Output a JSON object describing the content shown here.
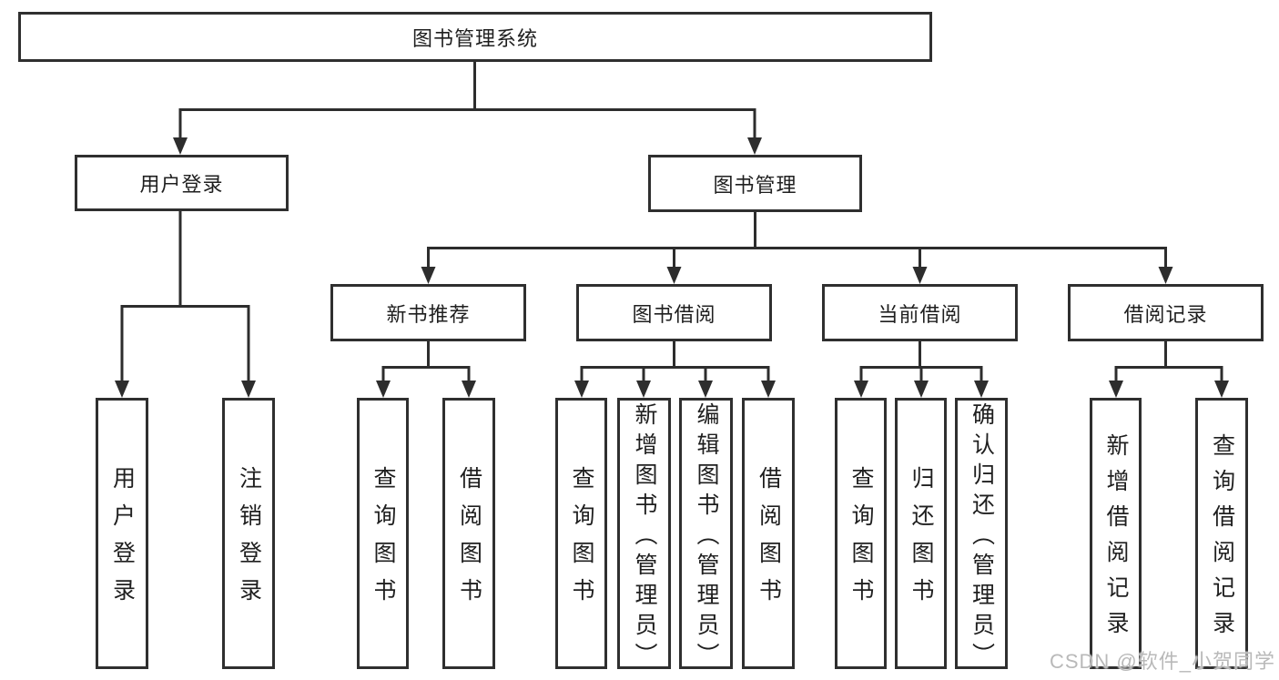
{
  "root": {
    "label": "图书管理系统"
  },
  "level2": [
    {
      "label": "用户登录"
    },
    {
      "label": "图书管理"
    }
  ],
  "level3": [
    {
      "label": "新书推荐"
    },
    {
      "label": "图书借阅"
    },
    {
      "label": "当前借阅"
    },
    {
      "label": "借阅记录"
    }
  ],
  "leaves": [
    {
      "label": "用户登录"
    },
    {
      "label": "注销登录"
    },
    {
      "label": "查询图书"
    },
    {
      "label": "借阅图书"
    },
    {
      "label": "查询图书"
    },
    {
      "label": "新增图书（管理员）"
    },
    {
      "label": "编辑图书（管理员）"
    },
    {
      "label": "借阅图书"
    },
    {
      "label": "查询图书"
    },
    {
      "label": "归还图书"
    },
    {
      "label": "确认归还（管理员）"
    },
    {
      "label": "新增借阅记录"
    },
    {
      "label": "查询借阅记录"
    }
  ],
  "watermark": {
    "text": "CSDN @软件_小贺同学"
  },
  "colors": {
    "line": "#2d2d2d",
    "border": "#2f2f2f",
    "text": "#1f1f1f",
    "watermark": "#b9b9b9",
    "background": "#ffffff"
  }
}
